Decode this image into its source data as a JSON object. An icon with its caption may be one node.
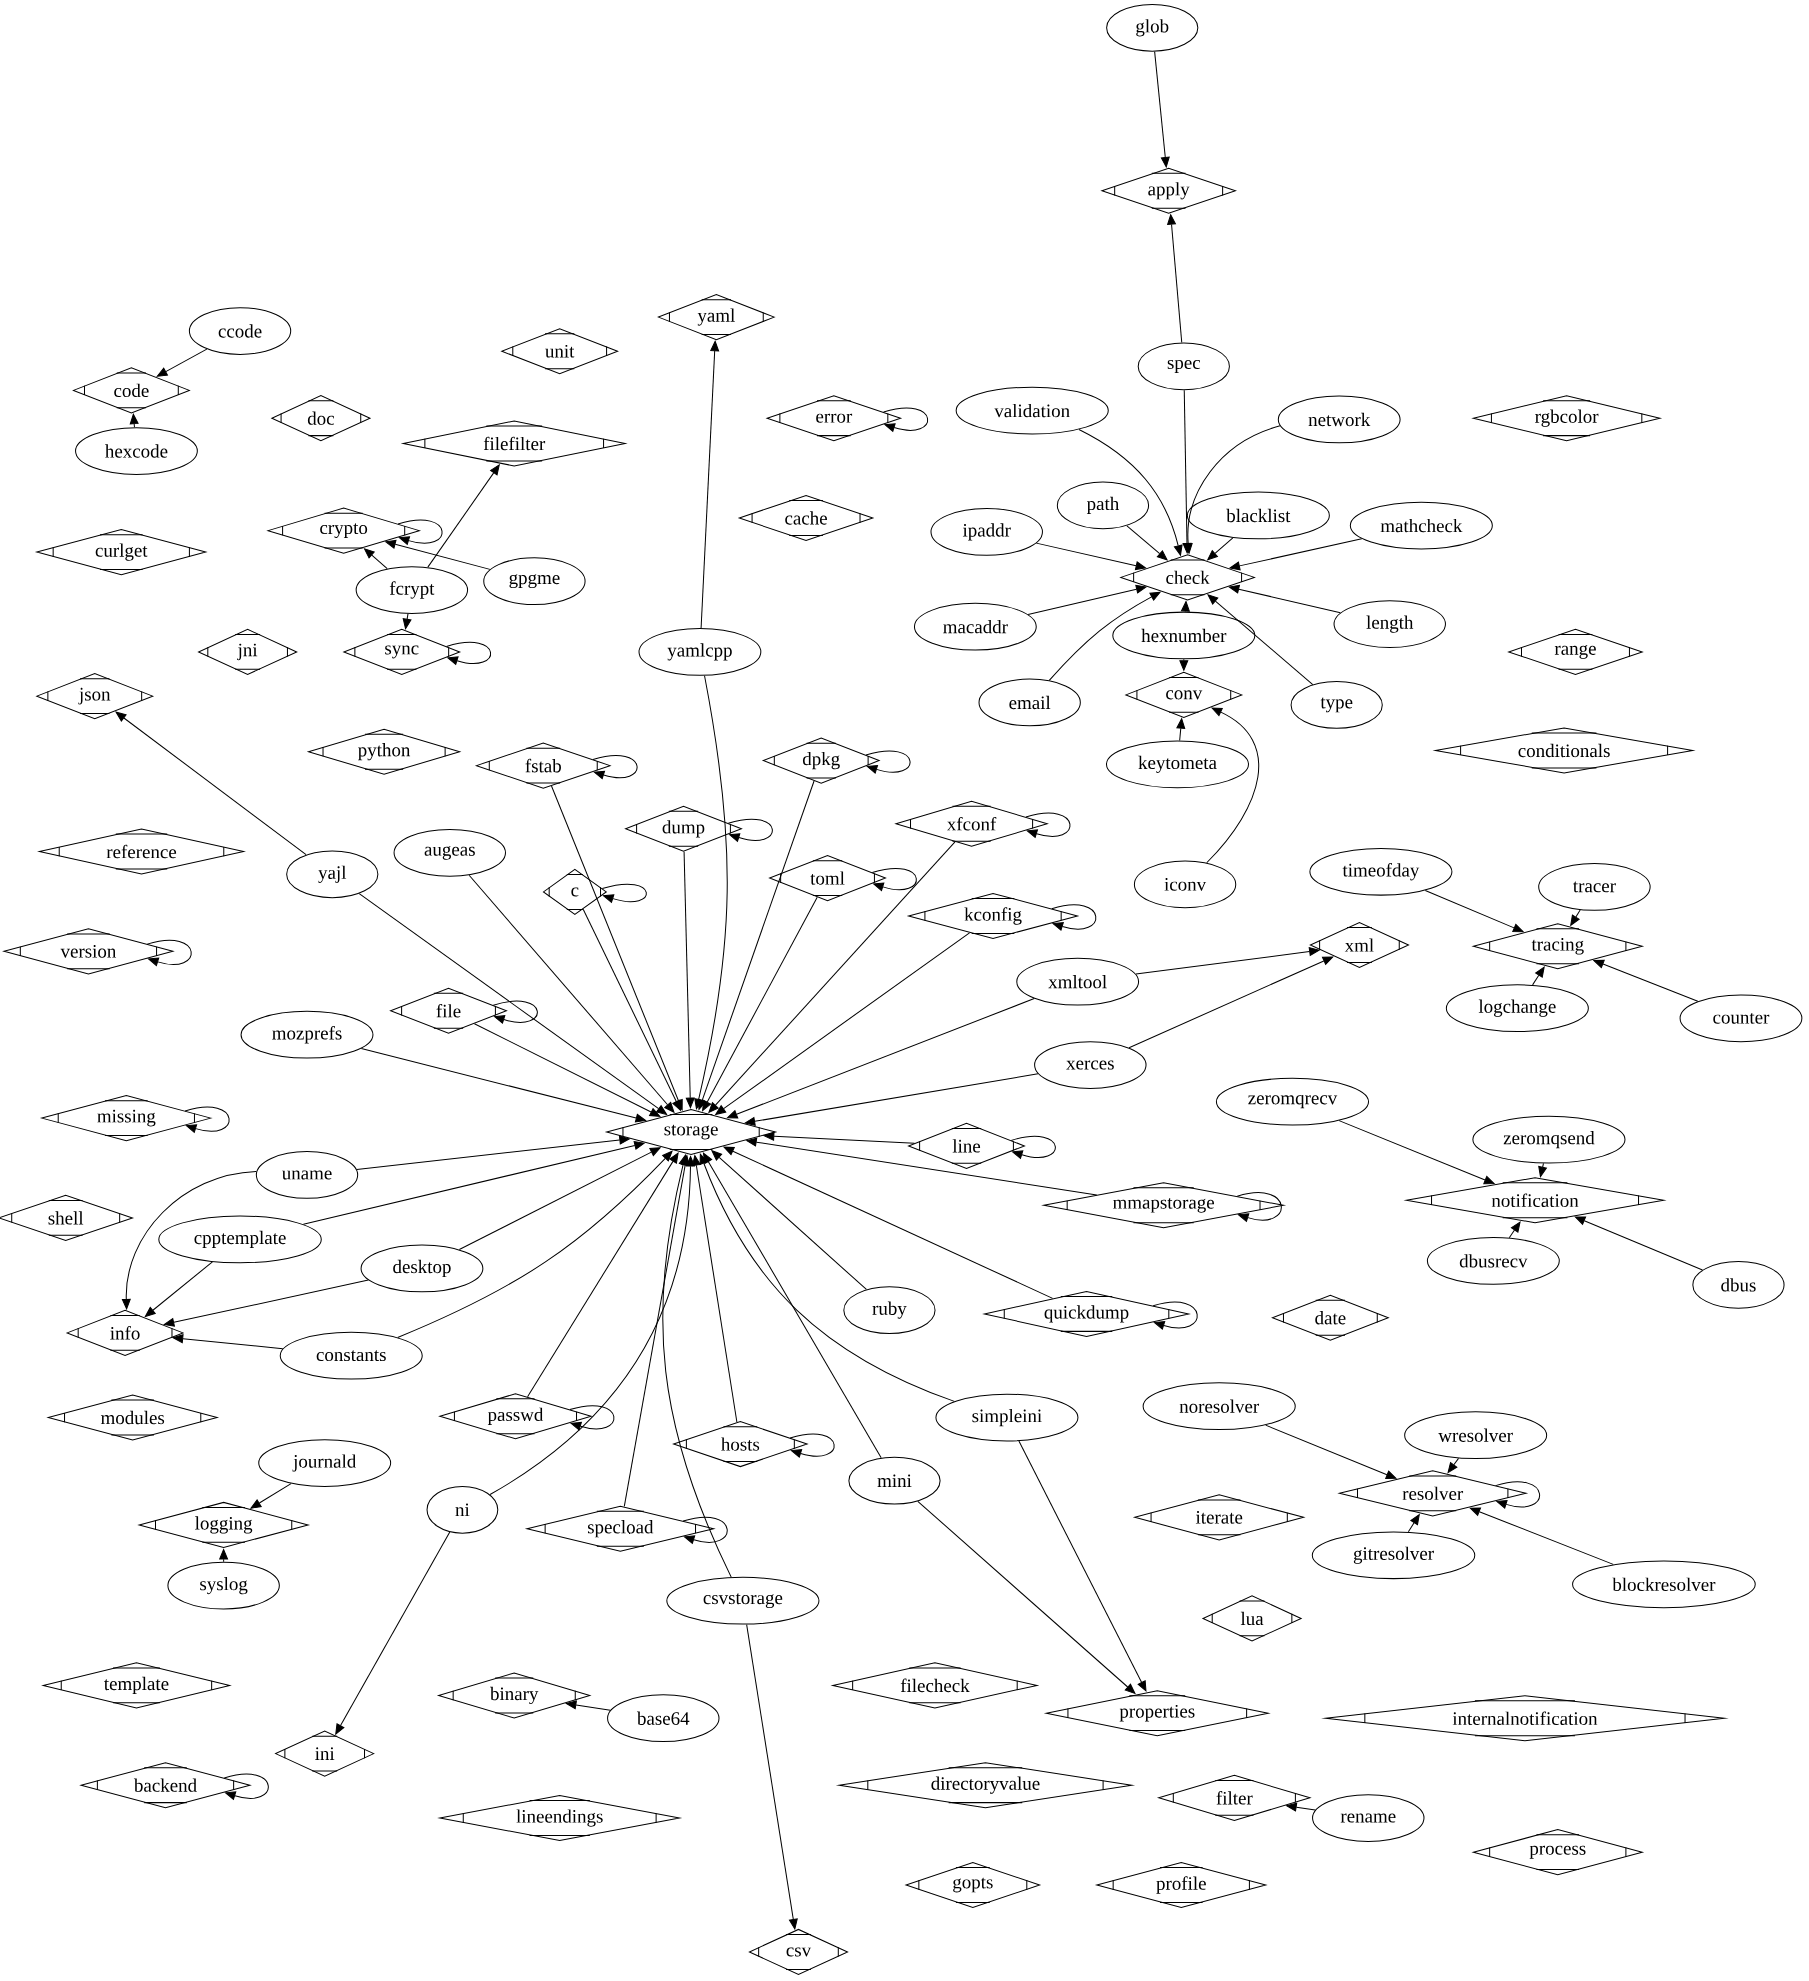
{
  "diagram": {
    "nodes": [
      {
        "text": [
          "glob"
        ]
      },
      {
        "text": [
          "apply"
        ]
      },
      {
        "text": [
          "yaml"
        ]
      },
      {
        "text": [
          "ccode"
        ]
      },
      {
        "text": [
          "unit"
        ]
      },
      {
        "text": [
          "spec"
        ]
      },
      {
        "text": [
          "code"
        ]
      },
      {
        "text": [
          "validation"
        ]
      },
      {
        "text": [
          "doc"
        ]
      },
      {
        "text": [
          "error"
        ]
      },
      {
        "text": [
          "network"
        ]
      },
      {
        "text": [
          "rgbcolor"
        ]
      },
      {
        "text": [
          "filefilter"
        ]
      },
      {
        "text": [
          "hexcode"
        ]
      },
      {
        "text": [
          "path"
        ]
      },
      {
        "text": [
          "blacklist"
        ]
      },
      {
        "text": [
          "cache"
        ]
      },
      {
        "text": [
          "mathcheck"
        ]
      },
      {
        "text": [
          "crypto"
        ]
      },
      {
        "text": [
          "ipaddr"
        ]
      },
      {
        "text": [
          "curlget"
        ]
      },
      {
        "text": [
          "check"
        ]
      },
      {
        "text": [
          "gpgme"
        ]
      },
      {
        "text": [
          "fcrypt"
        ]
      },
      {
        "text": [
          "macaddr"
        ]
      },
      {
        "text": [
          "length"
        ]
      },
      {
        "text": [
          "hexnumber"
        ]
      },
      {
        "text": [
          "jni"
        ]
      },
      {
        "text": [
          "sync"
        ]
      },
      {
        "text": [
          "yamlcpp"
        ]
      },
      {
        "text": [
          "range"
        ]
      },
      {
        "text": [
          "json"
        ]
      },
      {
        "text": [
          "conv"
        ]
      },
      {
        "text": [
          "email"
        ]
      },
      {
        "text": [
          "type"
        ]
      },
      {
        "text": [
          "python"
        ]
      },
      {
        "text": [
          "fstab"
        ]
      },
      {
        "text": [
          "dpkg"
        ]
      },
      {
        "text": [
          "keytometa"
        ]
      },
      {
        "text": [
          "conditionals"
        ]
      },
      {
        "text": [
          "dump"
        ]
      },
      {
        "text": [
          "xfconf"
        ]
      },
      {
        "text": [
          "reference"
        ]
      },
      {
        "text": [
          "augeas"
        ]
      },
      {
        "text": [
          "yajl"
        ]
      },
      {
        "text": [
          "c"
        ]
      },
      {
        "text": [
          "toml"
        ]
      },
      {
        "text": [
          "iconv"
        ]
      },
      {
        "text": [
          "timeofday"
        ]
      },
      {
        "text": [
          "tracer"
        ]
      },
      {
        "text": [
          "kconfig"
        ]
      },
      {
        "text": [
          "version"
        ]
      },
      {
        "text": [
          "tracing"
        ]
      },
      {
        "text": [
          "xml"
        ]
      },
      {
        "text": [
          "xmltool"
        ]
      },
      {
        "text": [
          "logchange"
        ]
      },
      {
        "text": [
          "counter"
        ]
      },
      {
        "text": [
          "file"
        ]
      },
      {
        "text": [
          "mozprefs"
        ]
      },
      {
        "text": [
          "xerces"
        ]
      },
      {
        "text": [
          "missing"
        ]
      },
      {
        "text": [
          "zeromqrecv"
        ]
      },
      {
        "text": [
          "storage"
        ]
      },
      {
        "text": [
          "line"
        ]
      },
      {
        "text": [
          "zeromqsend"
        ]
      },
      {
        "text": [
          "uname"
        ]
      },
      {
        "text": [
          "notification"
        ]
      },
      {
        "text": [
          "mmapstorage"
        ]
      },
      {
        "text": [
          "shell"
        ]
      },
      {
        "text": [
          "cpptemplate"
        ]
      },
      {
        "text": [
          "desktop"
        ]
      },
      {
        "text": [
          "dbusrecv"
        ]
      },
      {
        "text": [
          "dbus"
        ]
      },
      {
        "text": [
          "ruby"
        ]
      },
      {
        "text": [
          "quickdump"
        ]
      },
      {
        "text": [
          "date"
        ]
      },
      {
        "text": [
          "info"
        ]
      },
      {
        "text": [
          "constants"
        ]
      },
      {
        "text": [
          "modules"
        ]
      },
      {
        "text": [
          "passwd"
        ]
      },
      {
        "text": [
          "noresolver"
        ]
      },
      {
        "text": [
          "simpleini"
        ]
      },
      {
        "text": [
          "wresolver"
        ]
      },
      {
        "text": [
          "hosts"
        ]
      },
      {
        "text": [
          "journald"
        ]
      },
      {
        "text": [
          "mini"
        ]
      },
      {
        "text": [
          "resolver"
        ]
      },
      {
        "text": [
          "ni"
        ]
      },
      {
        "text": [
          "logging"
        ]
      },
      {
        "text": [
          "specload"
        ]
      },
      {
        "text": [
          "iterate"
        ]
      },
      {
        "text": [
          "gitresolver"
        ]
      },
      {
        "text": [
          "blockresolver"
        ]
      },
      {
        "text": [
          "syslog"
        ]
      },
      {
        "text": [
          "csvstorage"
        ]
      },
      {
        "text": [
          "lua"
        ]
      },
      {
        "text": [
          "template"
        ]
      },
      {
        "text": [
          "filecheck"
        ]
      },
      {
        "text": [
          "binary"
        ]
      },
      {
        "text": [
          "base64"
        ]
      },
      {
        "text": [
          "properties"
        ]
      },
      {
        "text": [
          "internalnotification"
        ]
      },
      {
        "text": [
          "ini"
        ]
      },
      {
        "text": [
          "backend"
        ]
      },
      {
        "text": [
          "directoryvalue"
        ]
      },
      {
        "text": [
          "filter"
        ]
      },
      {
        "text": [
          "rename"
        ]
      },
      {
        "text": [
          "lineendings"
        ]
      },
      {
        "text": [
          "process"
        ]
      },
      {
        "text": [
          "gopts"
        ]
      },
      {
        "text": [
          "profile"
        ]
      },
      {
        "text": [
          "csv"
        ]
      }
    ],
    "edges": [
      {
        "from": 0,
        "to": 1,
        "arrow": "to"
      },
      {
        "from": 5,
        "to": 1,
        "arrow": "to"
      },
      {
        "from": 3,
        "to": 6,
        "arrow": "to"
      },
      {
        "from": 13,
        "to": 6,
        "arrow": "to"
      },
      {
        "from": 9,
        "to": 9,
        "arrow": "to"
      },
      {
        "from": 5,
        "to": 21,
        "arrow": "to"
      },
      {
        "from": 7,
        "to": 21,
        "arrow": "to"
      },
      {
        "from": 10,
        "to": 21,
        "arrow": "to"
      },
      {
        "from": 14,
        "to": 21,
        "arrow": "to"
      },
      {
        "from": 15,
        "to": 21,
        "arrow": "to"
      },
      {
        "from": 17,
        "to": 21,
        "arrow": "to"
      },
      {
        "from": 19,
        "to": 21,
        "arrow": "to"
      },
      {
        "from": 24,
        "to": 21,
        "arrow": "to"
      },
      {
        "from": 25,
        "to": 21,
        "arrow": "to"
      },
      {
        "from": 26,
        "to": 21,
        "arrow": "to"
      },
      {
        "from": 33,
        "to": 21,
        "arrow": "to"
      },
      {
        "from": 34,
        "to": 21,
        "arrow": "to"
      },
      {
        "from": 26,
        "to": 32,
        "arrow": "to"
      },
      {
        "from": 38,
        "to": 32,
        "arrow": "to"
      },
      {
        "from": 47,
        "to": 32,
        "arrow": "to"
      },
      {
        "from": 18,
        "to": 18,
        "arrow": "to"
      },
      {
        "from": 23,
        "to": 18,
        "arrow": "to"
      },
      {
        "from": 22,
        "to": 18,
        "arrow": "to"
      },
      {
        "from": 23,
        "to": 12,
        "arrow": "to"
      },
      {
        "from": 23,
        "to": 28,
        "arrow": "to"
      },
      {
        "from": 28,
        "to": 28,
        "arrow": "to"
      },
      {
        "from": 29,
        "to": 2,
        "arrow": "to"
      },
      {
        "from": 29,
        "to": 62,
        "arrow": "to"
      },
      {
        "from": 44,
        "to": 31,
        "arrow": "to"
      },
      {
        "from": 44,
        "to": 62,
        "arrow": "to"
      },
      {
        "from": 36,
        "to": 36,
        "arrow": "to"
      },
      {
        "from": 36,
        "to": 62,
        "arrow": "to"
      },
      {
        "from": 37,
        "to": 37,
        "arrow": "to"
      },
      {
        "from": 37,
        "to": 62,
        "arrow": "to"
      },
      {
        "from": 40,
        "to": 40,
        "arrow": "to"
      },
      {
        "from": 40,
        "to": 62,
        "arrow": "to"
      },
      {
        "from": 41,
        "to": 41,
        "arrow": "to"
      },
      {
        "from": 41,
        "to": 62,
        "arrow": "to"
      },
      {
        "from": 43,
        "to": 62,
        "arrow": "to"
      },
      {
        "from": 45,
        "to": 45,
        "arrow": "to"
      },
      {
        "from": 45,
        "to": 62,
        "arrow": "to"
      },
      {
        "from": 46,
        "to": 46,
        "arrow": "to"
      },
      {
        "from": 46,
        "to": 62,
        "arrow": "to"
      },
      {
        "from": 50,
        "to": 50,
        "arrow": "to"
      },
      {
        "from": 50,
        "to": 62,
        "arrow": "to"
      },
      {
        "from": 51,
        "to": 51,
        "arrow": "to"
      },
      {
        "from": 48,
        "to": 52,
        "arrow": "to"
      },
      {
        "from": 49,
        "to": 52,
        "arrow": "to"
      },
      {
        "from": 55,
        "to": 52,
        "arrow": "to"
      },
      {
        "from": 56,
        "to": 52,
        "arrow": "to"
      },
      {
        "from": 54,
        "to": 53,
        "arrow": "to"
      },
      {
        "from": 54,
        "to": 62,
        "arrow": "to"
      },
      {
        "from": 59,
        "to": 53,
        "arrow": "to"
      },
      {
        "from": 59,
        "to": 62,
        "arrow": "to"
      },
      {
        "from": 57,
        "to": 57,
        "arrow": "to"
      },
      {
        "from": 57,
        "to": 62,
        "arrow": "to"
      },
      {
        "from": 58,
        "to": 62,
        "arrow": "to"
      },
      {
        "from": 60,
        "to": 60,
        "arrow": "to"
      },
      {
        "from": 61,
        "to": 66,
        "arrow": "to"
      },
      {
        "from": 64,
        "to": 66,
        "arrow": "to"
      },
      {
        "from": 71,
        "to": 66,
        "arrow": "to"
      },
      {
        "from": 72,
        "to": 66,
        "arrow": "to"
      },
      {
        "from": 63,
        "to": 63,
        "arrow": "to"
      },
      {
        "from": 63,
        "to": 62,
        "arrow": "to"
      },
      {
        "from": 65,
        "to": 62,
        "arrow": "to"
      },
      {
        "from": 65,
        "to": 76,
        "arrow": "to"
      },
      {
        "from": 67,
        "to": 67,
        "arrow": "to"
      },
      {
        "from": 67,
        "to": 62,
        "arrow": "to"
      },
      {
        "from": 69,
        "to": 62,
        "arrow": "to"
      },
      {
        "from": 69,
        "to": 76,
        "arrow": "to"
      },
      {
        "from": 70,
        "to": 62,
        "arrow": "to"
      },
      {
        "from": 70,
        "to": 76,
        "arrow": "to"
      },
      {
        "from": 77,
        "to": 62,
        "arrow": "to"
      },
      {
        "from": 77,
        "to": 76,
        "arrow": "to"
      },
      {
        "from": 73,
        "to": 62,
        "arrow": "to"
      },
      {
        "from": 74,
        "to": 74,
        "arrow": "to"
      },
      {
        "from": 74,
        "to": 62,
        "arrow": "to"
      },
      {
        "from": 79,
        "to": 79,
        "arrow": "to"
      },
      {
        "from": 79,
        "to": 62,
        "arrow": "to"
      },
      {
        "from": 80,
        "to": 86,
        "arrow": "to"
      },
      {
        "from": 82,
        "to": 86,
        "arrow": "to"
      },
      {
        "from": 91,
        "to": 86,
        "arrow": "to"
      },
      {
        "from": 92,
        "to": 86,
        "arrow": "to"
      },
      {
        "from": 86,
        "to": 86,
        "arrow": "to"
      },
      {
        "from": 81,
        "to": 62,
        "arrow": "to"
      },
      {
        "from": 81,
        "to": 100,
        "arrow": "to"
      },
      {
        "from": 83,
        "to": 83,
        "arrow": "to"
      },
      {
        "from": 83,
        "to": 62,
        "arrow": "to"
      },
      {
        "from": 84,
        "to": 88,
        "arrow": "to"
      },
      {
        "from": 93,
        "to": 88,
        "arrow": "to"
      },
      {
        "from": 85,
        "to": 62,
        "arrow": "to"
      },
      {
        "from": 85,
        "to": 100,
        "arrow": "to"
      },
      {
        "from": 87,
        "to": 62,
        "arrow": "to"
      },
      {
        "from": 87,
        "to": 102,
        "arrow": "to"
      },
      {
        "from": 89,
        "to": 89,
        "arrow": "to"
      },
      {
        "from": 89,
        "to": 62,
        "arrow": "to"
      },
      {
        "from": 94,
        "to": 62,
        "arrow": "to"
      },
      {
        "from": 94,
        "to": 111,
        "arrow": "to"
      },
      {
        "from": 99,
        "to": 98,
        "arrow": "to"
      },
      {
        "from": 106,
        "to": 105,
        "arrow": "to"
      },
      {
        "from": 103,
        "to": 103,
        "arrow": "to"
      }
    ]
  }
}
